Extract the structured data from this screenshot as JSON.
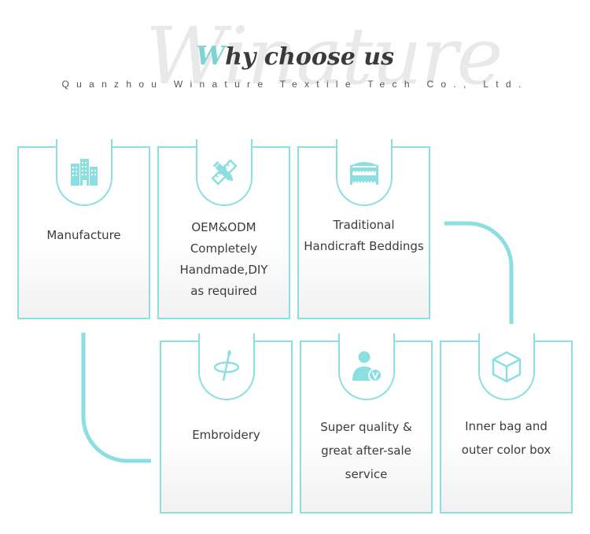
{
  "colors": {
    "accent": "#8cdfe0",
    "title_initial": "#7fd3d0",
    "text": "#3c3c3c"
  },
  "header": {
    "watermark": "Winature",
    "title_first": "W",
    "title_rest": "hy choose us",
    "subtitle": "Quanzhou Winature Textile Tech Co., Ltd."
  },
  "cards": [
    {
      "icon": "building-icon",
      "lines": [
        "Manufacture"
      ]
    },
    {
      "icon": "pencil-ruler-icon",
      "lines": [
        "OEM&ODM",
        "Completely",
        "Handmade,DIY",
        "as required"
      ]
    },
    {
      "icon": "canopy-bed-icon",
      "lines": [
        "Traditional",
        "Handicraft Beddings"
      ]
    },
    {
      "icon": "needle-thread-icon",
      "lines": [
        "Embroidery"
      ]
    },
    {
      "icon": "verified-user-icon",
      "lines": [
        "Super quality &",
        "great after-sale",
        "service"
      ]
    },
    {
      "icon": "box-icon",
      "lines": [
        "Inner bag and",
        "outer color box"
      ]
    }
  ]
}
